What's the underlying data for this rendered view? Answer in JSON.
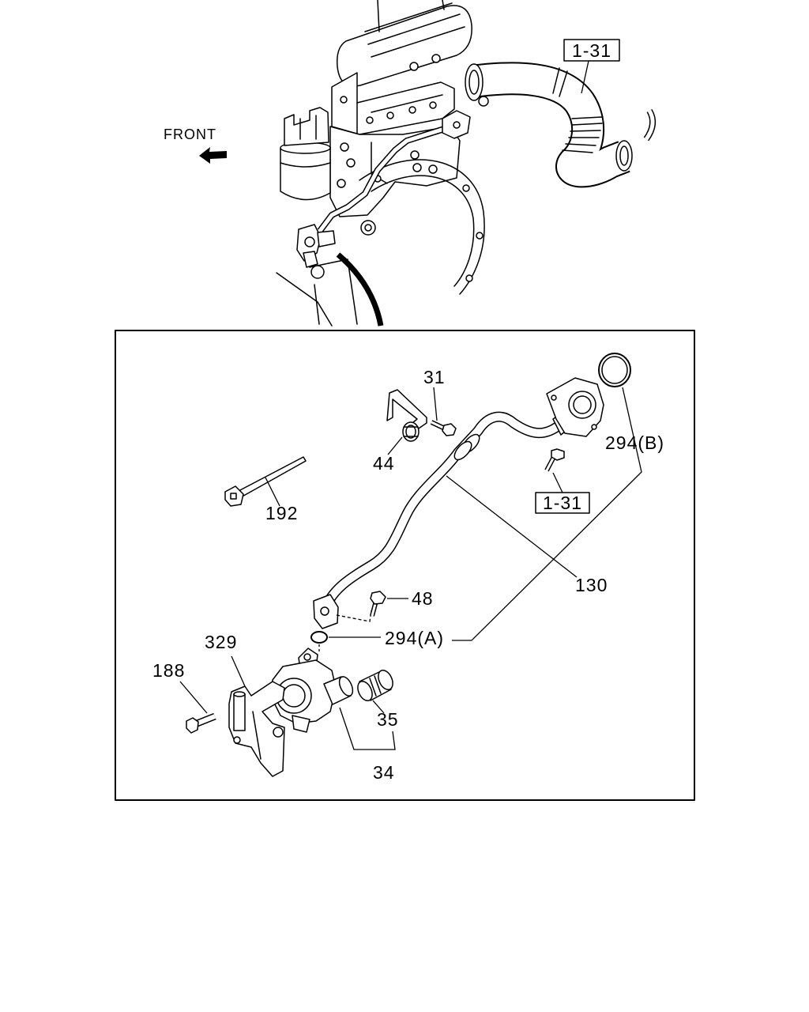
{
  "overview": {
    "direction_label": "FRONT",
    "hose_reference": "1-31"
  },
  "detail": {
    "callouts": {
      "c31": "31",
      "c44": "44",
      "c192": "192",
      "c294b": "294(B)",
      "c1_31": "1-31",
      "c130": "130",
      "c48": "48",
      "c294a": "294(A)",
      "c329": "329",
      "c188": "188",
      "c35": "35",
      "c34": "34"
    }
  }
}
